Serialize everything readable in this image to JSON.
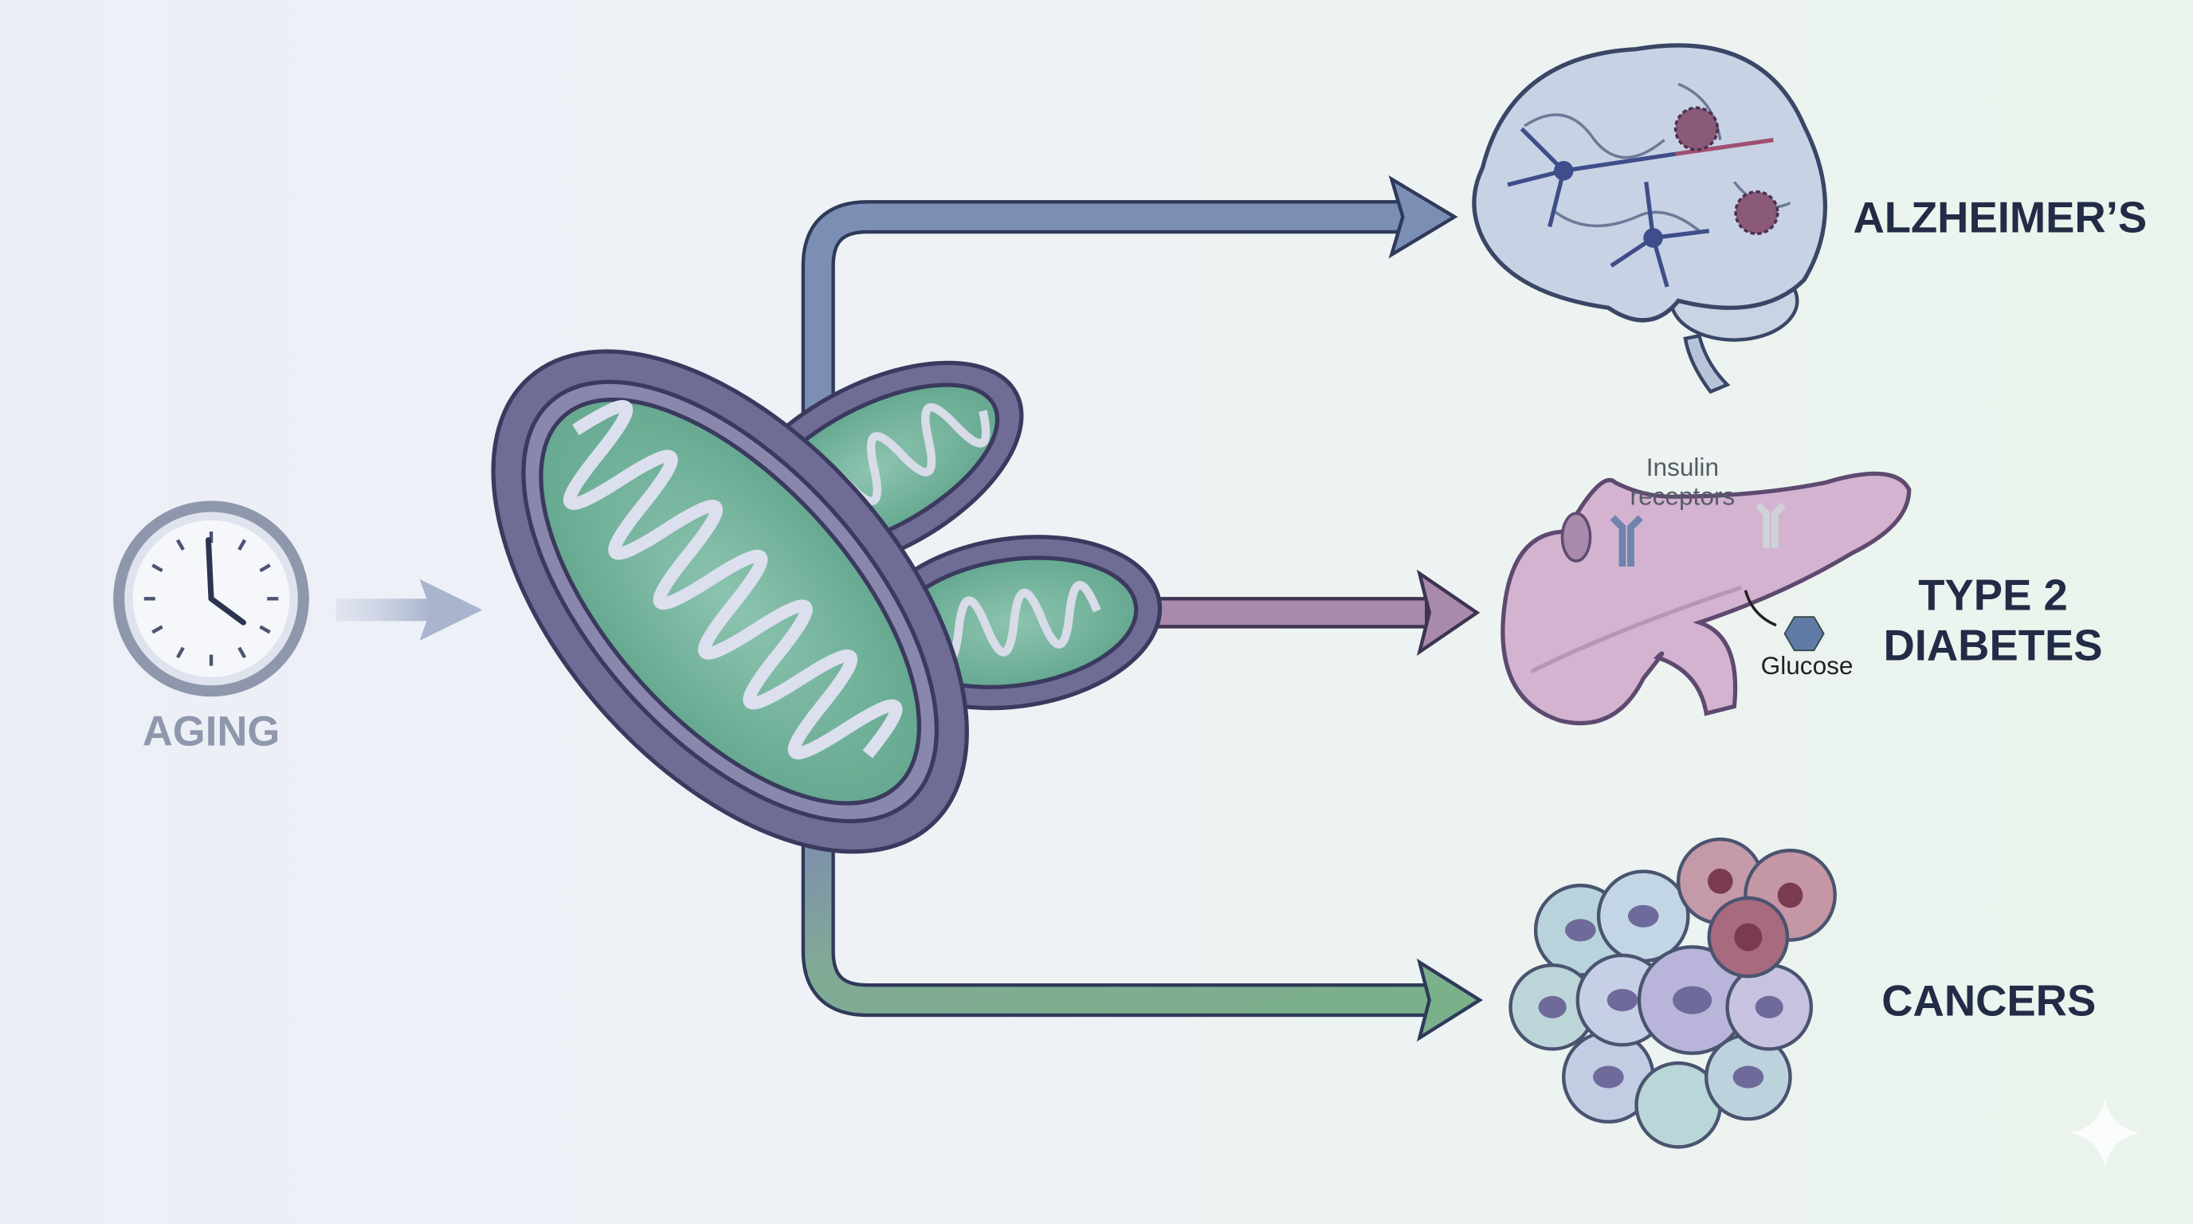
{
  "start": {
    "label": "AGING",
    "icon": "clock-icon"
  },
  "center": {
    "icon": "mitochondria-icon"
  },
  "outcomes": [
    {
      "label": "ALZHEIMER’S",
      "icon": "brain-icon",
      "arrow_color": "#7b8fb5"
    },
    {
      "label_line1": "TYPE 2",
      "label_line2": "DIABETES",
      "icon": "pancreas-icon",
      "arrow_color": "#a98aab",
      "annotations": {
        "receptors_line1": "Insulin",
        "receptors_line2": "receptors",
        "glucose": "Glucose"
      }
    },
    {
      "label": "CANCERS",
      "icon": "cancer-cells-icon",
      "arrow_color": "#7fb08d"
    }
  ],
  "colors": {
    "text": "#232c46",
    "aging": "#8f97ad",
    "mito_outer": "#6f6c96",
    "mito_inner": "#79b7a0"
  }
}
